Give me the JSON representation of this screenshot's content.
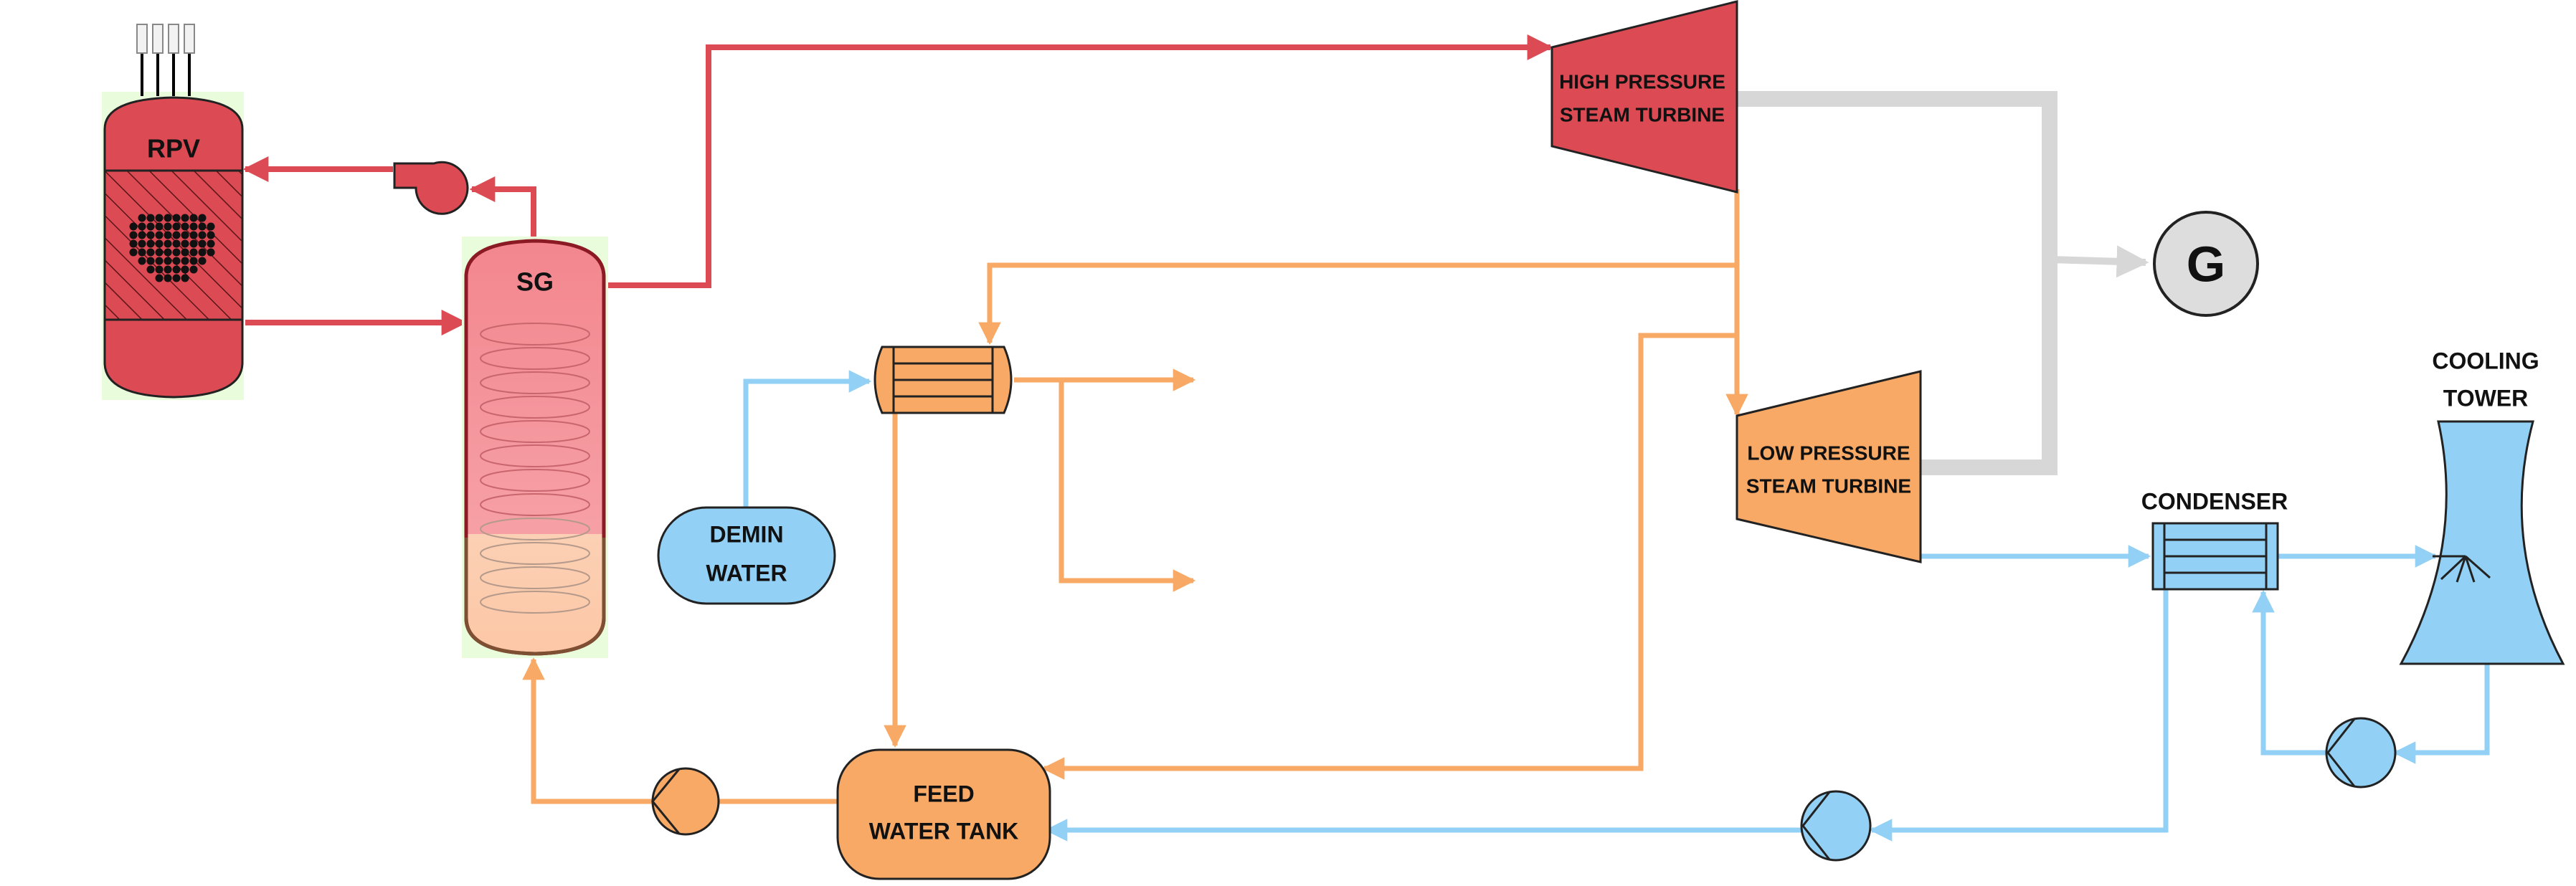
{
  "labels": {
    "rpv": "RPV",
    "sg": "SG",
    "hp_turbine_line1": "HIGH PRESSURE",
    "hp_turbine_line2": "STEAM TURBINE",
    "lp_turbine_line1": "LOW PRESSURE",
    "lp_turbine_line2": "STEAM TURBINE",
    "generator": "G",
    "cooling_tower_line1": "COOLING",
    "cooling_tower_line2": "TOWER",
    "condenser": "CONDENSER",
    "demin_line1": "DEMIN",
    "demin_line2": "WATER",
    "feed_tank_line1": "FEED",
    "feed_tank_line2": "WATER TANK"
  },
  "colors": {
    "primary_loop_red": "#dc4a54",
    "steam_orange": "#f8a965",
    "water_blue": "#92d1f5",
    "shaft_gray": "#d7d7d7",
    "highlight_green": "#e9fcdc",
    "sg_upper_pink": "#f3868e",
    "sg_lower_peach": "#fccdb0",
    "generator_fill": "#dddddd"
  }
}
